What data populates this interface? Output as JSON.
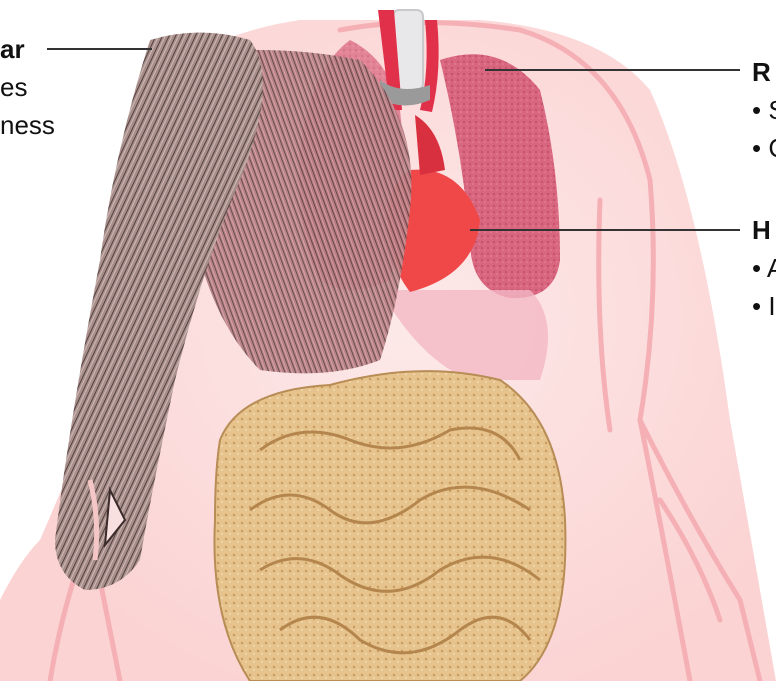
{
  "colors": {
    "body_skin": "#fbd6d6",
    "body_glow": "#fde6e6",
    "vessel": "#f5b4b8",
    "muscle": "#8a6f6c",
    "lung": "#d8607a",
    "trachea": "#e0304a",
    "heart": "#f04a4a",
    "intestine": "#e8c690",
    "leader_line": "#333333"
  },
  "left_callout": {
    "heading": "ar",
    "line1": "es",
    "line2": "ness"
  },
  "right_callouts": [
    {
      "heading": "R",
      "bullet1": "• S",
      "bullet2": "• C"
    },
    {
      "heading": "H",
      "bullet1": "• A",
      "bullet2": "• I"
    }
  ]
}
